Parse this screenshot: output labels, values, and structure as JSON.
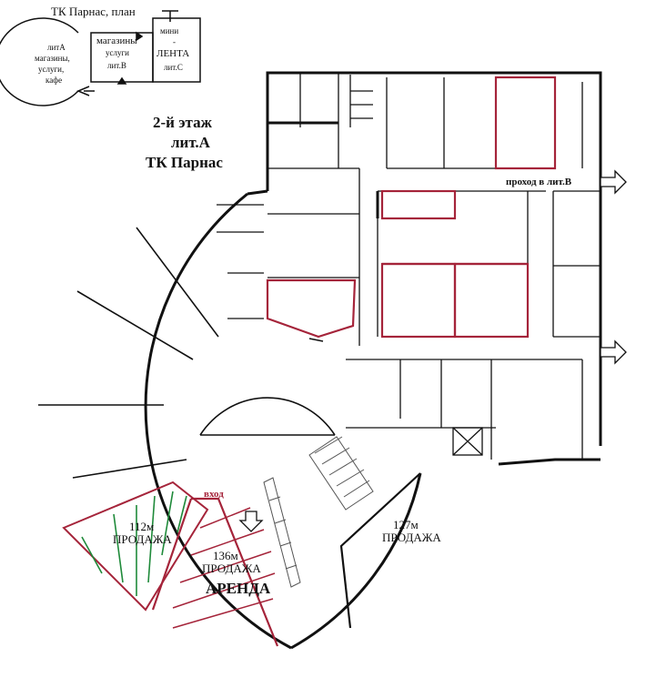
{
  "legend": {
    "title": "ТК Парнас, план",
    "box_a": [
      "литА",
      "магазины,",
      "услуги,",
      "кафе"
    ],
    "box_b": [
      "магазины",
      "услуги",
      "лит.В"
    ],
    "box_c": [
      "мини",
      "-",
      "ЛЕНТА",
      "лит.С"
    ]
  },
  "heading": [
    "2-й этаж",
    "лит.А",
    "ТК Парнас"
  ],
  "passage": "проход в лит.В",
  "entrance": "вход",
  "areas": {
    "a112": {
      "area": "112м",
      "use": "ПРОДАЖА"
    },
    "a136": {
      "area": "136м",
      "use1": "ПРОДАЖА",
      "use2": "АРЕНДА"
    },
    "a127": {
      "area": "127м",
      "use": "ПРОДАЖА"
    }
  },
  "colors": {
    "wall": "#111111",
    "highlight": "#a5243a",
    "green": "#1f8a3a"
  }
}
